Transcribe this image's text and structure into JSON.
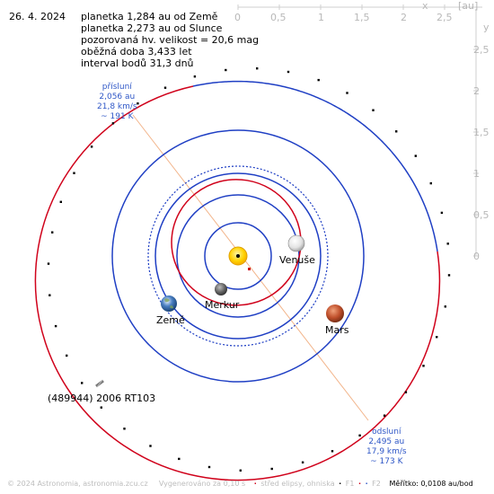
{
  "date": "26. 4. 2024",
  "info_lines": [
    "planetka 1,284 au od Země",
    "planetka 2,273 au od Slunce",
    "pozorovaná hv. velikost = 20,6 mag",
    "oběžná doba 3,433 let",
    "interval bodů 31,3 dnů"
  ],
  "scale": {
    "x_ticks": [
      "0",
      "0,5",
      "1",
      "1,5",
      "2",
      "2,5"
    ],
    "x_symbol": "x",
    "unit": "[au]",
    "y_ticks": [
      "0",
      "0,5",
      "1",
      "1,5",
      "2",
      "2,5"
    ],
    "y_symbol": "y"
  },
  "bodies": {
    "venus": "Venuše",
    "mercury": "Merkur",
    "earth": "Země",
    "mars": "Mars",
    "asteroid": "(489944) 2006 RT103"
  },
  "perihelion": {
    "title": "přísluní",
    "distance": "2,056 au",
    "speed": "21,8 km/s",
    "temperature": "~ 191 K"
  },
  "aphelion": {
    "title": "odsluní",
    "distance": "2,495 au",
    "speed": "17,9 km/s",
    "temperature": "~ 173 K"
  },
  "footer": {
    "copyright": "© 2024 Astronomia, astronomia.zcu.cz",
    "generated": "Vygenerováno za 0,10 s",
    "center_legend": "střed elipsy, ohniska",
    "f1": "F1",
    "f2": "F2",
    "scale_note": "Měřítko: 0,0108 au/bod"
  },
  "colors": {
    "planet_orbit": "#1f3fc4",
    "asteroid_orbit": "#d0021b",
    "apsis_line": "#f2b48a",
    "sun": "#ffd200",
    "axis": "#cfcfcf",
    "label_blue": "#2f57c7"
  }
}
